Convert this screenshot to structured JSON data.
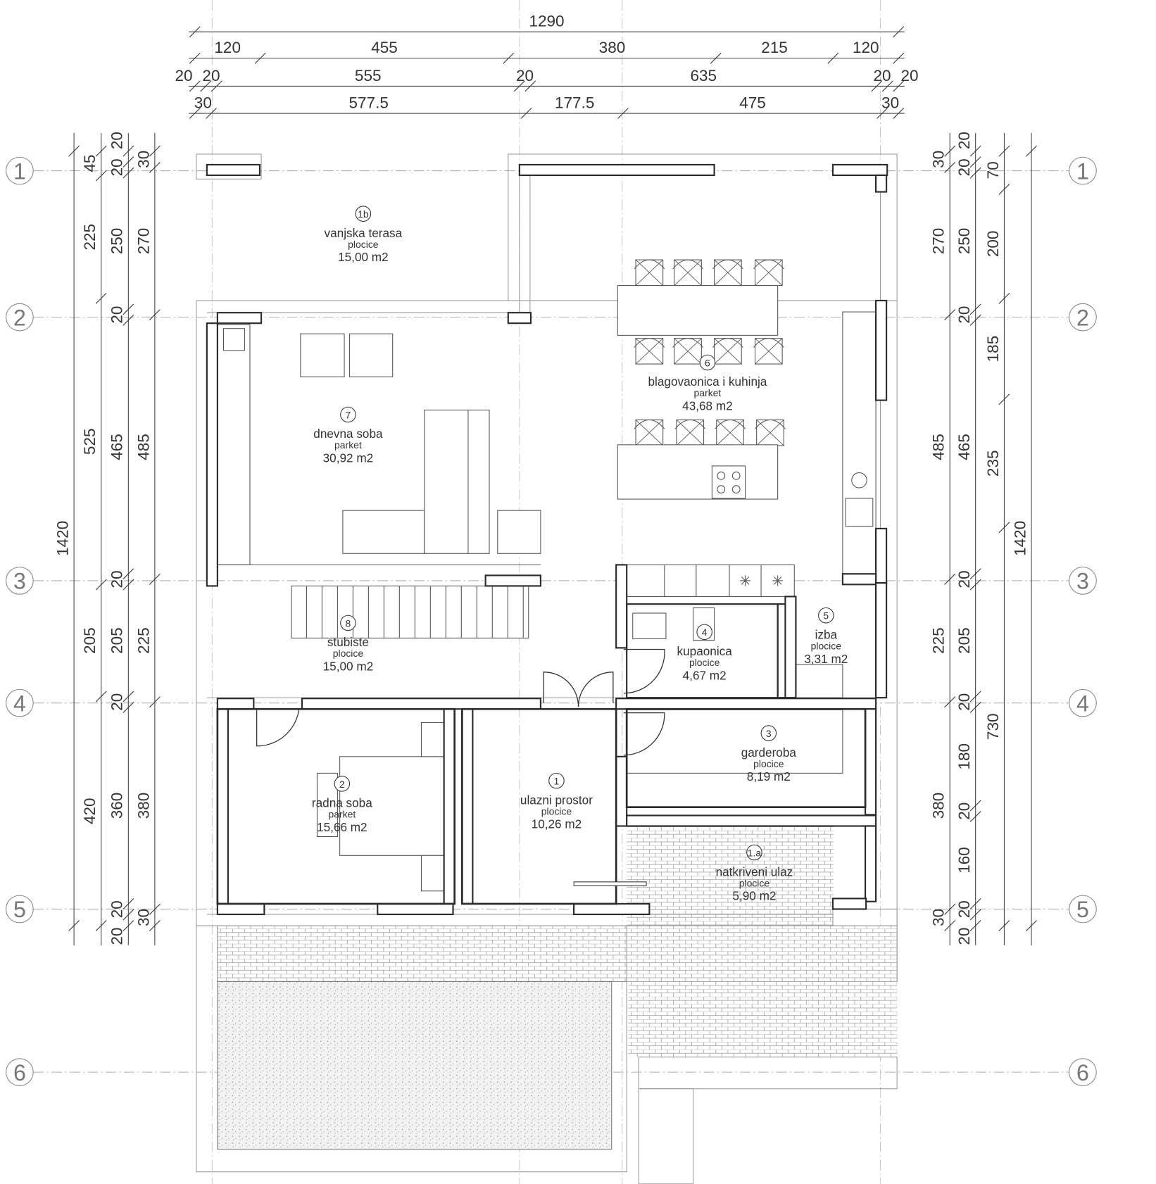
{
  "colors": {
    "ink": "#2b2b2b",
    "light": "#9a9a9a",
    "grid": "#b0b0b0"
  },
  "grid_axes": [
    "1",
    "2",
    "3",
    "4",
    "5",
    "6"
  ],
  "dimensions": {
    "top_rows": [
      {
        "segments": [
          1290
        ],
        "labels": [
          "1290"
        ]
      },
      {
        "segments": [
          120,
          455,
          380,
          215,
          120
        ],
        "labels": [
          "120",
          "455",
          "380",
          "215",
          "120"
        ]
      },
      {
        "segments": [
          20,
          20,
          555,
          20,
          635,
          20,
          20
        ],
        "labels": [
          "20",
          "20",
          "555",
          "20",
          "635",
          "20",
          "20"
        ]
      },
      {
        "segments": [
          30,
          577.5,
          177.5,
          475,
          30
        ],
        "labels": [
          "30",
          "577.5",
          "177.5",
          "475",
          "30"
        ]
      }
    ],
    "left_columns": [
      {
        "segments": [
          1420
        ],
        "labels": [
          "1420"
        ]
      },
      {
        "segments": [
          45,
          225,
          525,
          205,
          420
        ],
        "labels": [
          "45",
          "225",
          "525",
          "205",
          "420"
        ]
      },
      {
        "segments": [
          20,
          20,
          250,
          20,
          465,
          20,
          205,
          20,
          360,
          20,
          20
        ],
        "labels": [
          "20",
          "20",
          "250",
          "20",
          "465",
          "20",
          "205",
          "20",
          "360",
          "20",
          "20"
        ]
      },
      {
        "segments": [
          30,
          270,
          485,
          225,
          380,
          30
        ],
        "labels": [
          "30",
          "270",
          "485",
          "225",
          "380",
          "30"
        ]
      }
    ],
    "right_columns": [
      {
        "segments": [
          30,
          270,
          485,
          225,
          380,
          30
        ],
        "labels": [
          "30",
          "270",
          "485",
          "225",
          "380",
          "30"
        ]
      },
      {
        "segments": [
          20,
          20,
          250,
          20,
          465,
          20,
          205,
          20,
          180,
          20,
          160,
          20,
          20
        ],
        "labels": [
          "20",
          "20",
          "250",
          "20",
          "465",
          "20",
          "205",
          "20",
          "180",
          "20",
          "160",
          "20",
          "20"
        ]
      },
      {
        "segments": [
          70,
          200,
          185,
          235,
          730
        ],
        "labels": [
          "70",
          "200",
          "185",
          "235",
          "730"
        ]
      },
      {
        "segments": [
          1420
        ],
        "labels": [
          "1420"
        ]
      }
    ]
  },
  "rooms": [
    {
      "number": "1b",
      "name": "vanjska terasa",
      "floor": "plocice",
      "area": "15,00 m2"
    },
    {
      "number": "7",
      "name": "dnevna soba",
      "floor": "parket",
      "area": "30,92 m2"
    },
    {
      "number": "6",
      "name": "blagovaonica i kuhinja",
      "floor": "parket",
      "area": "43,68 m2"
    },
    {
      "number": "8",
      "name": "stubiste",
      "floor": "plocice",
      "area": "15,00 m2"
    },
    {
      "number": "4",
      "name": "kupaonica",
      "floor": "plocice",
      "area": "4,67 m2"
    },
    {
      "number": "5",
      "name": "izba",
      "floor": "plocice",
      "area": "3,31 m2"
    },
    {
      "number": "3",
      "name": "garderoba",
      "floor": "plocice",
      "area": "8,19 m2"
    },
    {
      "number": "2",
      "name": "radna soba",
      "floor": "parket",
      "area": "15,66 m2"
    },
    {
      "number": "1",
      "name": "ulazni prostor",
      "floor": "plocice",
      "area": "10,26 m2"
    },
    {
      "number": "1.a",
      "name": "natkriveni ulaz",
      "floor": "plocice",
      "area": "5,90 m2"
    }
  ]
}
